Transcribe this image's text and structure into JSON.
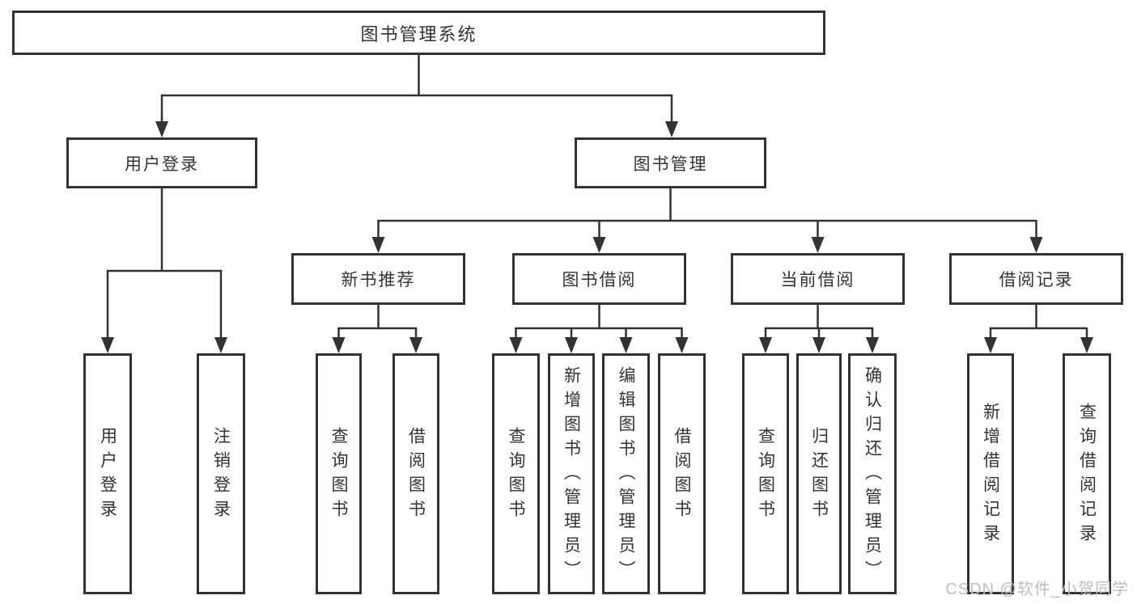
{
  "diagram": {
    "root": {
      "label": "图书管理系统"
    },
    "level2": {
      "user_login": {
        "label": "用户登录"
      },
      "book_mgmt": {
        "label": "图书管理"
      }
    },
    "level3": {
      "new_book_rec": {
        "label": "新书推荐"
      },
      "book_borrow": {
        "label": "图书借阅"
      },
      "current_borrow": {
        "label": "当前借阅"
      },
      "borrow_records": {
        "label": "借阅记录"
      }
    },
    "leaves": {
      "user_login": {
        "label": "用户登录"
      },
      "logout": {
        "label": "注销登录"
      },
      "rec_query_books": {
        "label": "查询图书"
      },
      "rec_borrow_books": {
        "label": "借阅图书"
      },
      "bb_query_books": {
        "label": "查询图书"
      },
      "bb_add_books": {
        "label": "新增图书（管理员）"
      },
      "bb_edit_books": {
        "label": "编辑图书（管理员）"
      },
      "bb_borrow_books": {
        "label": "借阅图书"
      },
      "cb_query_books": {
        "label": "查询图书"
      },
      "cb_return_books": {
        "label": "归还图书"
      },
      "cb_confirm_return": {
        "label": "确认归还（管理员）"
      },
      "br_add_record": {
        "label": "新增借阅记录"
      },
      "br_query_record": {
        "label": "查询借阅记录"
      }
    }
  },
  "watermark": {
    "label": "CSDN @软件_小贺同学"
  },
  "colors": {
    "line": "#333333",
    "text": "#333333",
    "box_background": "#ffffff",
    "watermark": "#bdbdbd",
    "background": "#ffffff"
  }
}
